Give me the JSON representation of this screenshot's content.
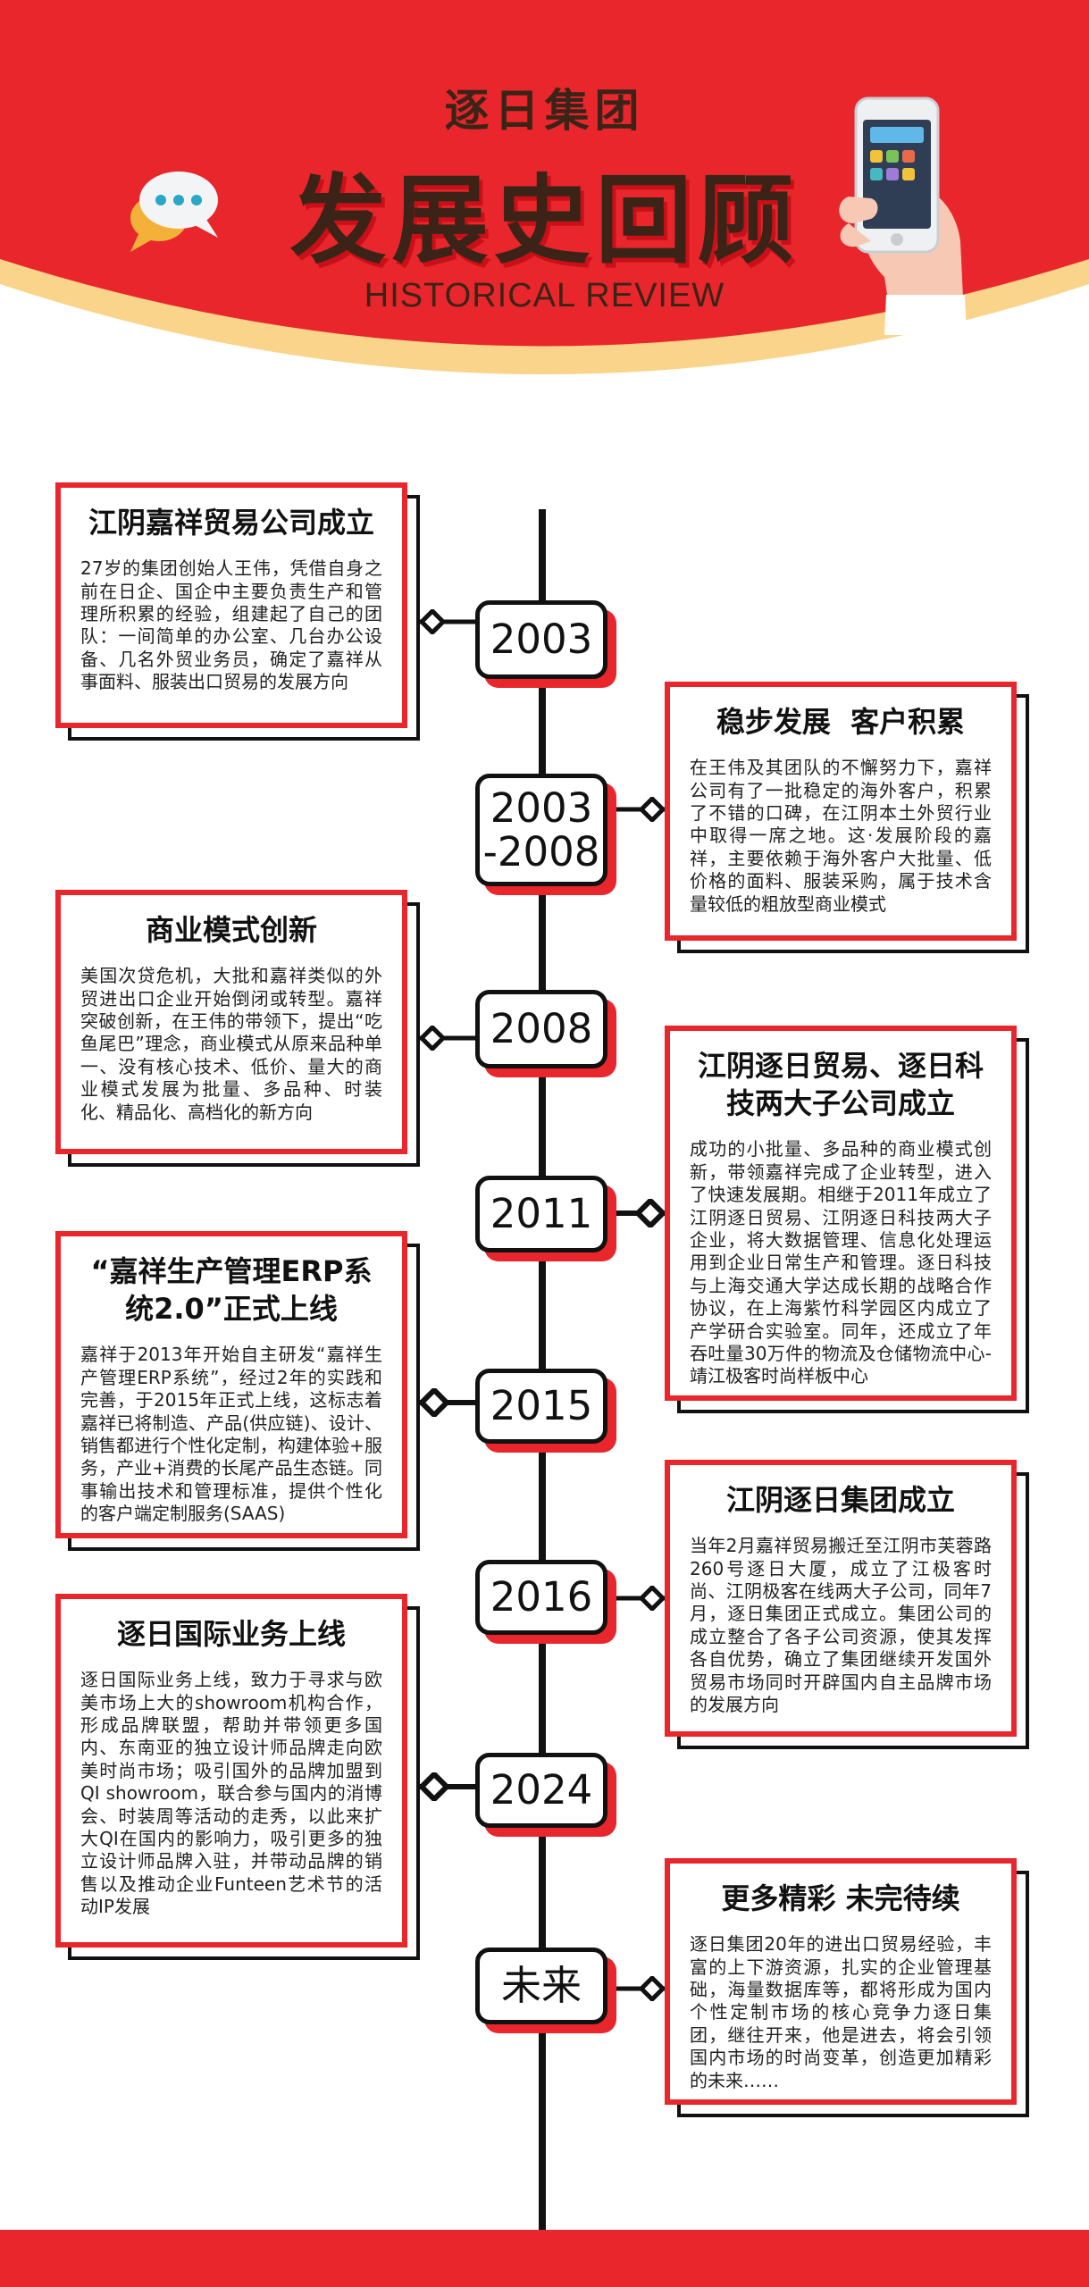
{
  "header": {
    "company": "逐日集团",
    "title": "发展史回顾",
    "subtitle": "HISTORICAL REVIEW"
  },
  "colors": {
    "accent": "#e8262c",
    "dark": "#3b2417",
    "ink": "#111111",
    "cream": "#f9d48a"
  },
  "timeline": [
    {
      "year": "2003",
      "title": "江阴嘉祥贸易公司成立",
      "text": "27岁的集团创始人王伟，凭借自身之前在日企、国企中主要负责生产和管理所积累的经验，组建起了自己的团队：一间简单的办公室、几台办公设备、几名外贸业务员，确定了嘉祥从事面料、服装出口贸易的发展方向"
    },
    {
      "year": "2003\n-2008",
      "title": "稳步发展  客户积累",
      "text": "在王伟及其团队的不懈努力下，嘉祥公司有了一批稳定的海外客户，积累了不错的口碑，在江阴本土外贸行业中取得一席之地。这·发展阶段的嘉祥，主要依赖于海外客户大批量、低价格的面料、服装采购，属于技术含量较低的粗放型商业模式"
    },
    {
      "year": "2008",
      "title": "商业模式创新",
      "text": "美国次贷危机，大批和嘉祥类似的外贸进出口企业开始倒闭或转型。嘉祥突破创新，在王伟的带领下，提出“吃鱼尾巴”理念，商业模式从原来品种单一、没有核心技术、低价、量大的商业模式发展为批量、多品种、时装化、精品化、高档化的新方向"
    },
    {
      "year": "2011",
      "title": "江阴逐日贸易、逐日科技两大子公司成立",
      "text": "成功的小批量、多品种的商业模式创新，带领嘉祥完成了企业转型，进入了快速发展期。相继于2011年成立了江阴逐日贸易、江阴逐日科技两大子企业，将大数据管理、信息化处理运用到企业日常生产和管理。逐日科技与上海交通大学达成长期的战略合作协议，在上海紫竹科学园区内成立了产学研合实验室。同年，还成立了年吞吐量30万件的物流及仓储物流中心-靖江极客时尚样板中心"
    },
    {
      "year": "2015",
      "title": "“嘉祥生产管理ERP系统2.0”正式上线",
      "text": "嘉祥于2013年开始自主研发“嘉祥生产管理ERP系统”，经过2年的实践和完善，于2015年正式上线，这标志着嘉祥已将制造、产品(供应链)、设计、销售都进行个性化定制，构建体验+服务，产业+消费的长尾产品生态链。同事输出技术和管理标准，提供个性化的客户端定制服务(SAAS)"
    },
    {
      "year": "2016",
      "title": "江阴逐日集团成立",
      "text": "当年2月嘉祥贸易搬迁至江阴市芙蓉路260号逐日大厦，成立了江极客时尚、江阴极客在线两大子公司，同年7月，逐日集团正式成立。集团公司的成立整合了各子公司资源，使其发挥各自优势，确立了集团继续开发国外贸易市场同时开辟国内自主品牌市场的发展方向"
    },
    {
      "year": "2024",
      "title": "逐日国际业务上线",
      "text": "逐日国际业务上线，致力于寻求与欧美市场上大的showroom机构合作，形成品牌联盟，帮助并带领更多国内、东南亚的独立设计师品牌走向欧美时尚市场；吸引国外的品牌加盟到QI showroom，联合参与国内的消博会、时装周等活动的走秀，以此来扩大QI在国内的影响力，吸引更多的独立设计师品牌入驻，并带动品牌的销售以及推动企业Funteen艺术节的活动IP发展"
    },
    {
      "year": "未来",
      "title": "更多精彩 未完待续",
      "text": "逐日集团20年的进出口贸易经验，丰富的上下游资源，扎实的企业管理基础，海量数据库等，都将形成为国内个性定制市场的核心竞争力逐日集团，继往开来，他是进去，将会引领国内市场的时尚变革，创造更加精彩的未来……"
    }
  ]
}
